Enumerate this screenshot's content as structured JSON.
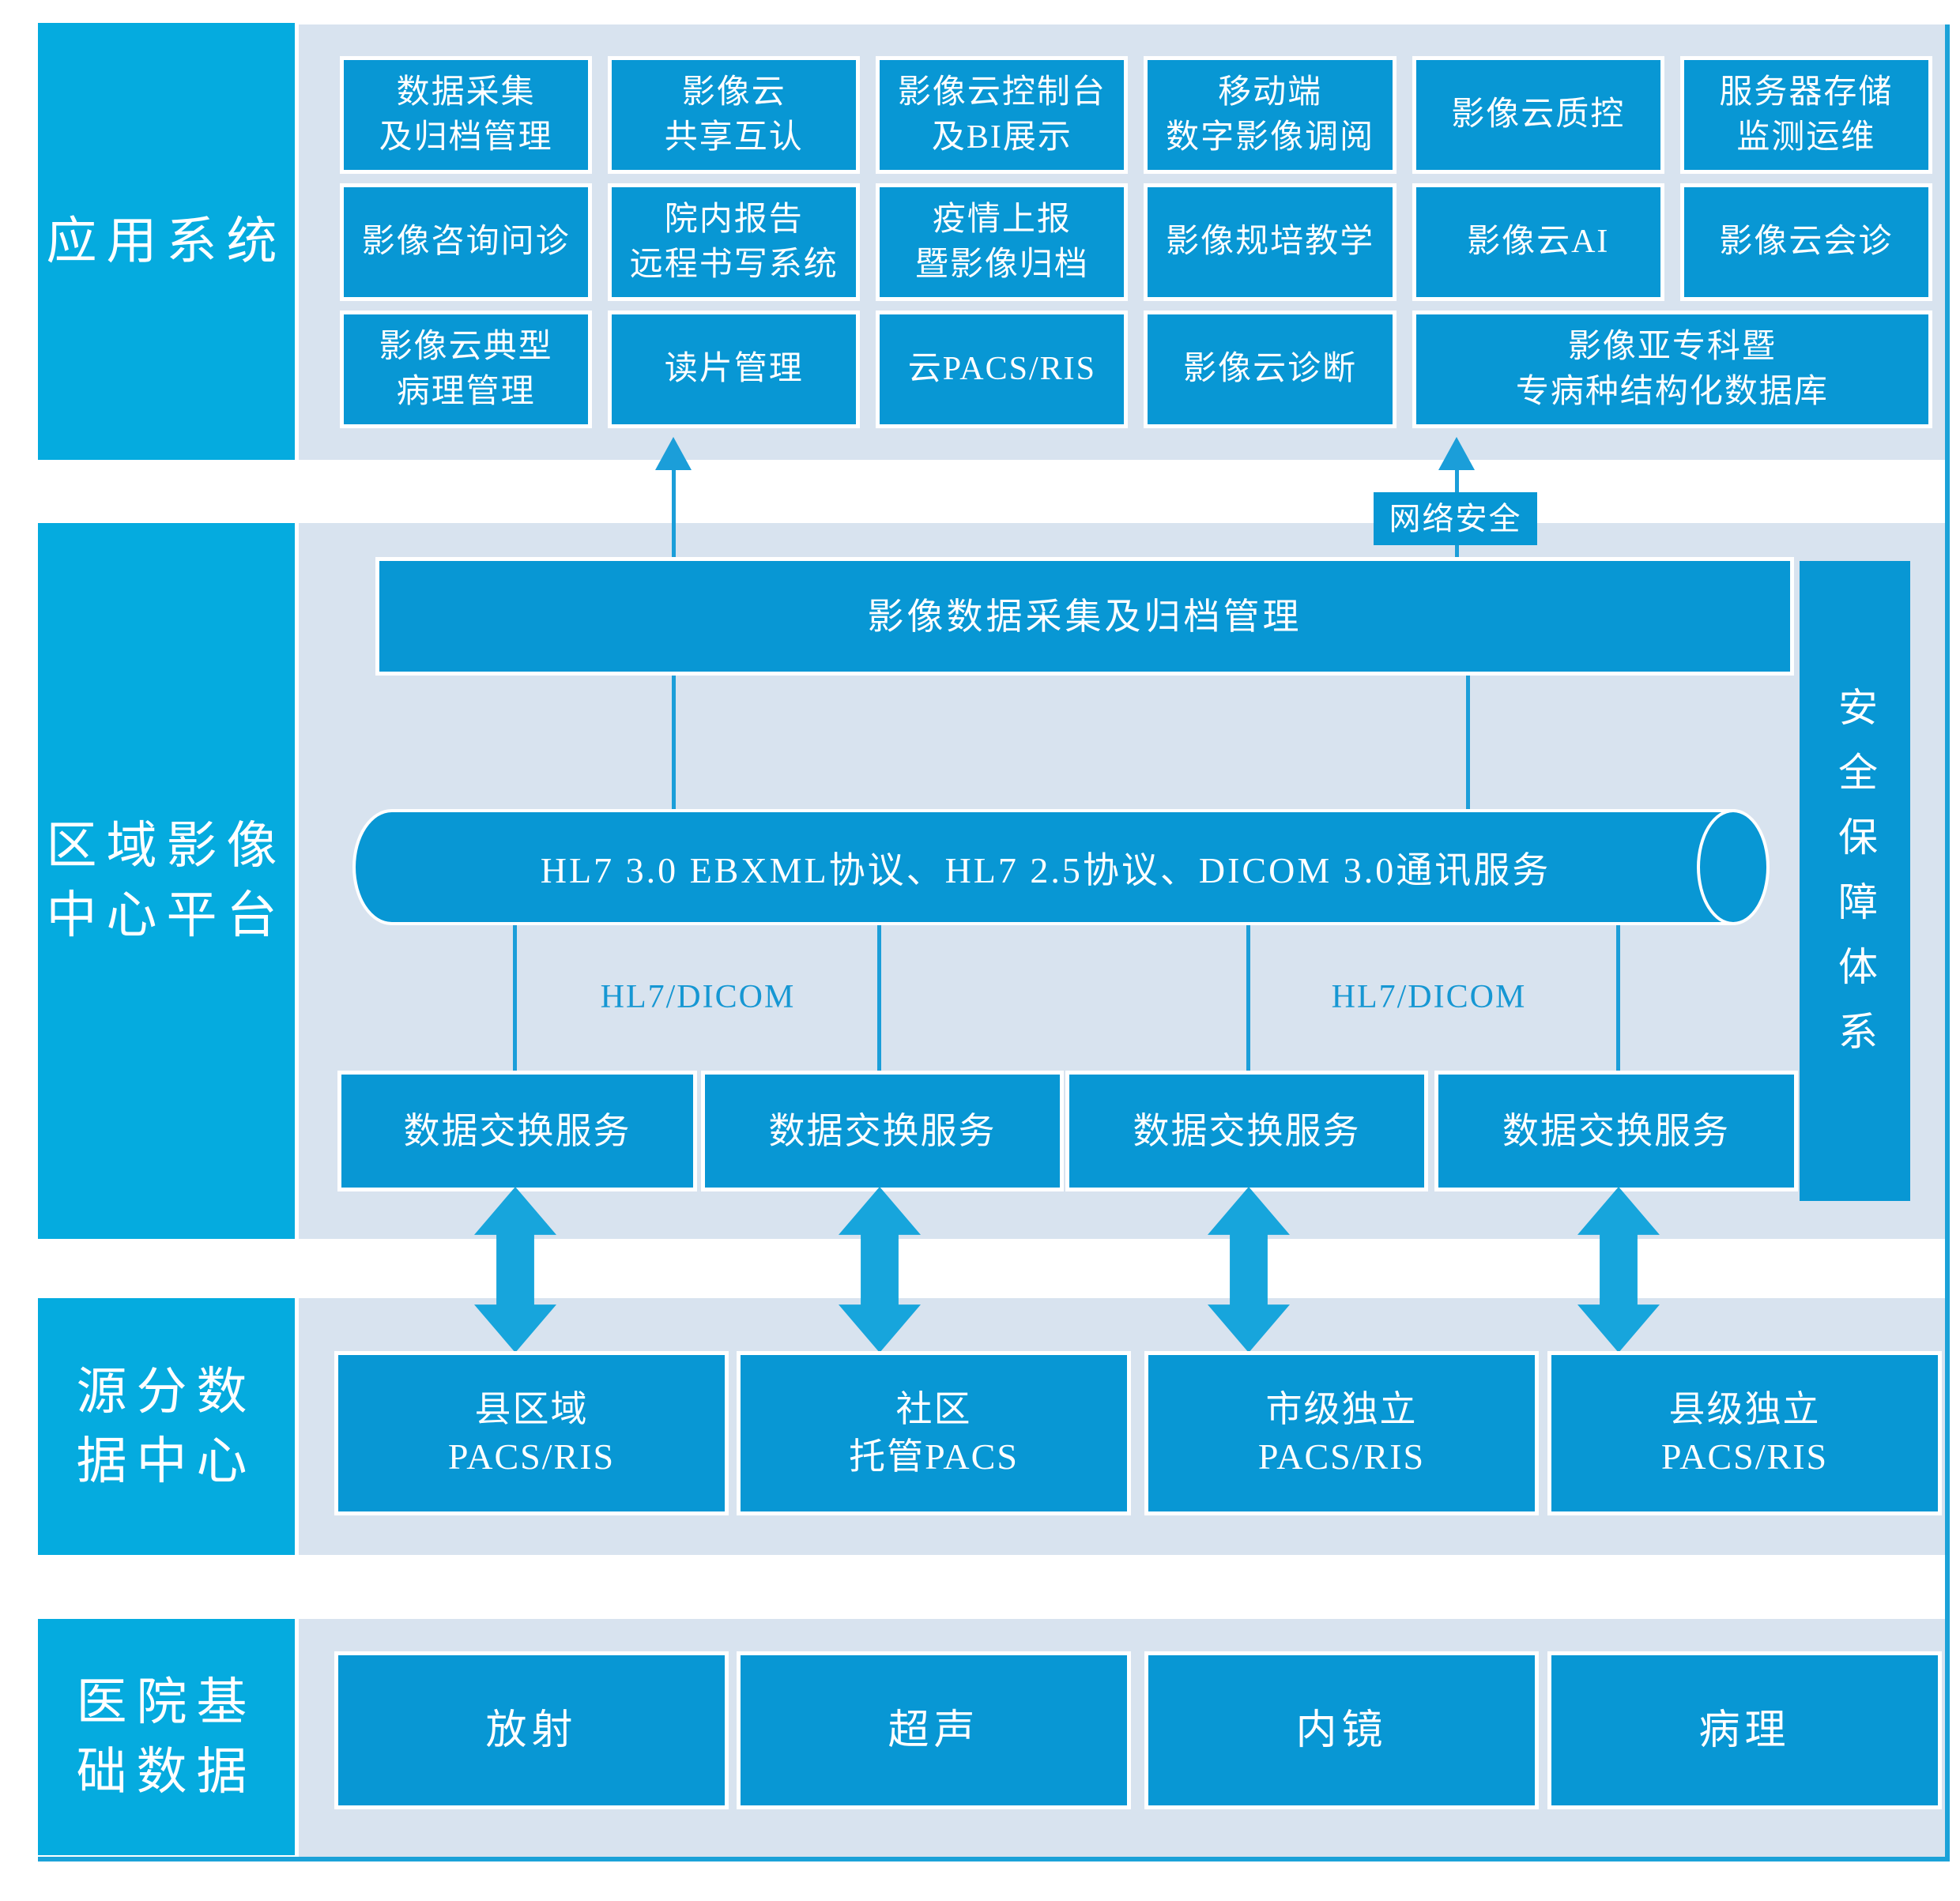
{
  "palette": {
    "box_blue": "#0897D4",
    "sidebar_blue": "#05ABDF",
    "panel_grey": "#D8E3EF",
    "line_blue": "#1B9ED9",
    "arrow_blue": "#17A5DC",
    "hl7_text_blue": "#1697D3"
  },
  "sidebar": {
    "sections": [
      {
        "label": "应用系统"
      },
      {
        "label": "区域影像\n中心平台"
      },
      {
        "label": "源分数\n据中心"
      },
      {
        "label": "医院基\n础数据"
      }
    ]
  },
  "app_grid": {
    "row1": [
      {
        "label": "数据采集\n及归档管理"
      },
      {
        "label": "影像云\n共享互认"
      },
      {
        "label": "影像云控制台\n及BI展示"
      },
      {
        "label": "移动端\n数字影像调阅"
      },
      {
        "label": "影像云质控"
      },
      {
        "label": "服务器存储\n监测运维"
      }
    ],
    "row2": [
      {
        "label": "影像咨询问诊"
      },
      {
        "label": "院内报告\n远程书写系统"
      },
      {
        "label": "疫情上报\n暨影像归档"
      },
      {
        "label": "影像规培教学"
      },
      {
        "label": "影像云AI"
      },
      {
        "label": "影像云会诊"
      }
    ],
    "row3": [
      {
        "label": "影像云典型\n病理管理"
      },
      {
        "label": "读片管理"
      },
      {
        "label": "云PACS/RIS"
      },
      {
        "label": "影像云诊断"
      },
      {
        "label": "影像亚专科暨\n专病种结构化数据库"
      }
    ]
  },
  "platform": {
    "archive_bar_label": "影像数据采集及归档管理",
    "network_security_label": "网络安全",
    "protocol_pill_label": "HL7 3.0 EBXML协议、HL7 2.5协议、DICOM 3.0通讯服务",
    "hl7_dicom_left": "HL7/DICOM",
    "hl7_dicom_right": "HL7/DICOM",
    "exchange_boxes": [
      {
        "label": "数据交换服务"
      },
      {
        "label": "数据交换服务"
      },
      {
        "label": "数据交换服务"
      },
      {
        "label": "数据交换服务"
      }
    ],
    "security_bar_label": "安全保障体系"
  },
  "source_centers": [
    {
      "label": "县区域\nPACS/RIS"
    },
    {
      "label": "社区\n托管PACS"
    },
    {
      "label": "市级独立\nPACS/RIS"
    },
    {
      "label": "县级独立\nPACS/RIS"
    }
  ],
  "hospital_sources": [
    {
      "label": "放射"
    },
    {
      "label": "超声"
    },
    {
      "label": "内镜"
    },
    {
      "label": "病理"
    }
  ]
}
